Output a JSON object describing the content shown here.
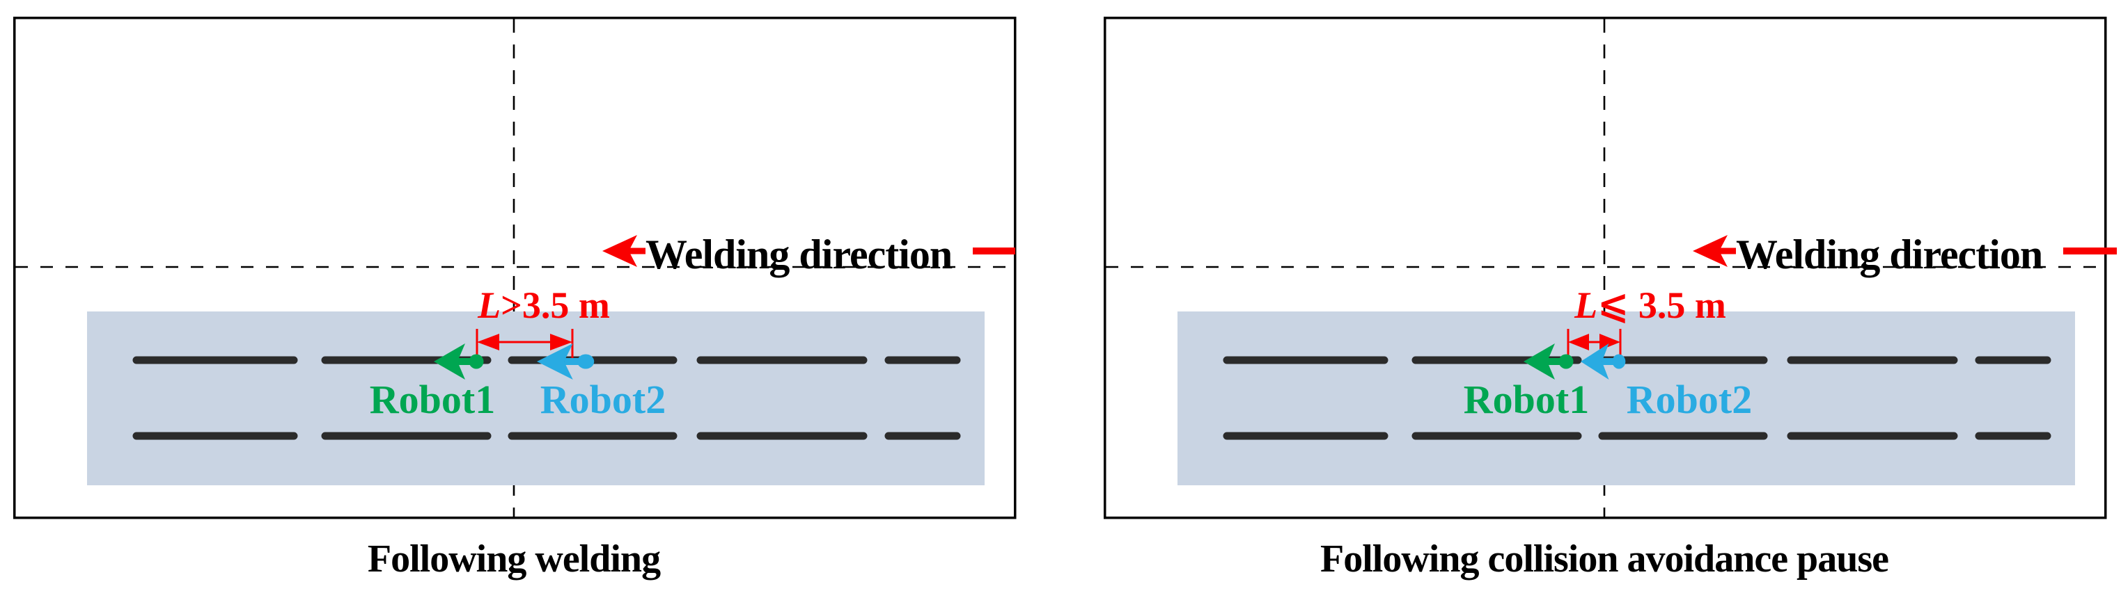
{
  "figure": {
    "type": "welding-robots-diagram",
    "description": "Two-panel diagram of dual-robot following weld strategy on a steel plate"
  },
  "colors": {
    "red": "#F90000",
    "green": "#00A651",
    "blue": "#29ABE2",
    "plate": "#C9D4E3",
    "seam": "#2B2B2B",
    "line": "#000000"
  },
  "icons": {
    "welding_direction_arrow": "left-arrow",
    "robot_marker": "left-arrow-with-dot",
    "dimension_arrows": "outward-double-arrow-with-ticks"
  },
  "panels": [
    {
      "caption": "Following welding",
      "welding_direction_label": "Welding direction",
      "distance_label": {
        "symbol": "L",
        "condition": ">3.5 m"
      },
      "robot1_label": "Robot1",
      "robot2_label": "Robot2"
    },
    {
      "caption": "Following collision avoidance pause",
      "welding_direction_label": "Welding direction",
      "distance_label": {
        "symbol": "L",
        "condition": "⩽ 3.5 m"
      },
      "robot1_label": "Robot1",
      "robot2_label": "Robot2"
    }
  ]
}
